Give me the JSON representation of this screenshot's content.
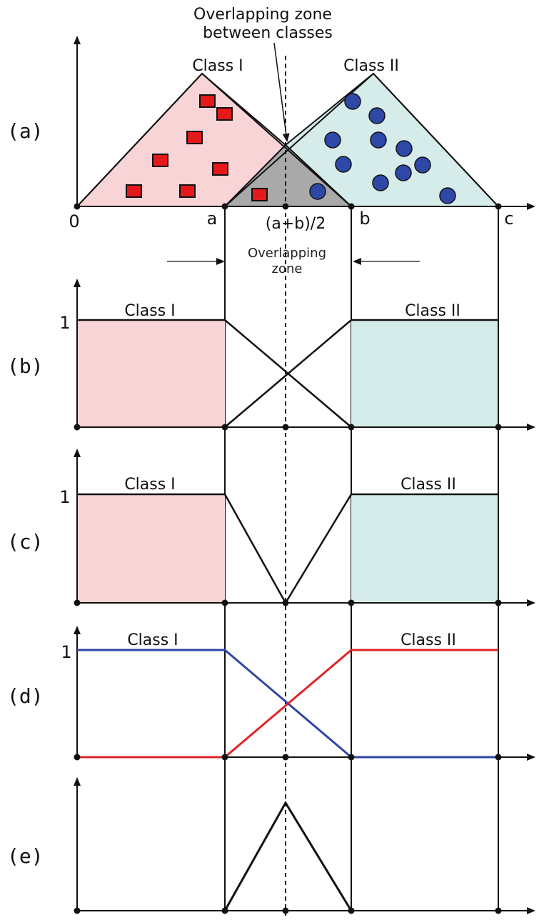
{
  "panels": {
    "a": "(a)",
    "b": "(b)",
    "c": "(c)",
    "d": "(d)",
    "e": "(e)"
  },
  "annotation": {
    "line1": "Overlapping zone",
    "line2": "between classes"
  },
  "overlap_zone": {
    "line1": "Overlapping",
    "line2": "zone"
  },
  "axis_labels": {
    "zero": "0",
    "a": "a",
    "mid": "(a+b)/2",
    "b": "b",
    "c": "c",
    "one": "1"
  },
  "classes": {
    "class1": "Class I",
    "class2": "Class II"
  },
  "colors": {
    "class1_fill": "#f8d4d6",
    "class2_fill": "#d6ecea",
    "overlap_fill": "#a9a9a9",
    "square": "#e4191b",
    "circle": "#2e48a8",
    "red_line": "#e02424",
    "blue_line": "#2e46a8"
  }
}
